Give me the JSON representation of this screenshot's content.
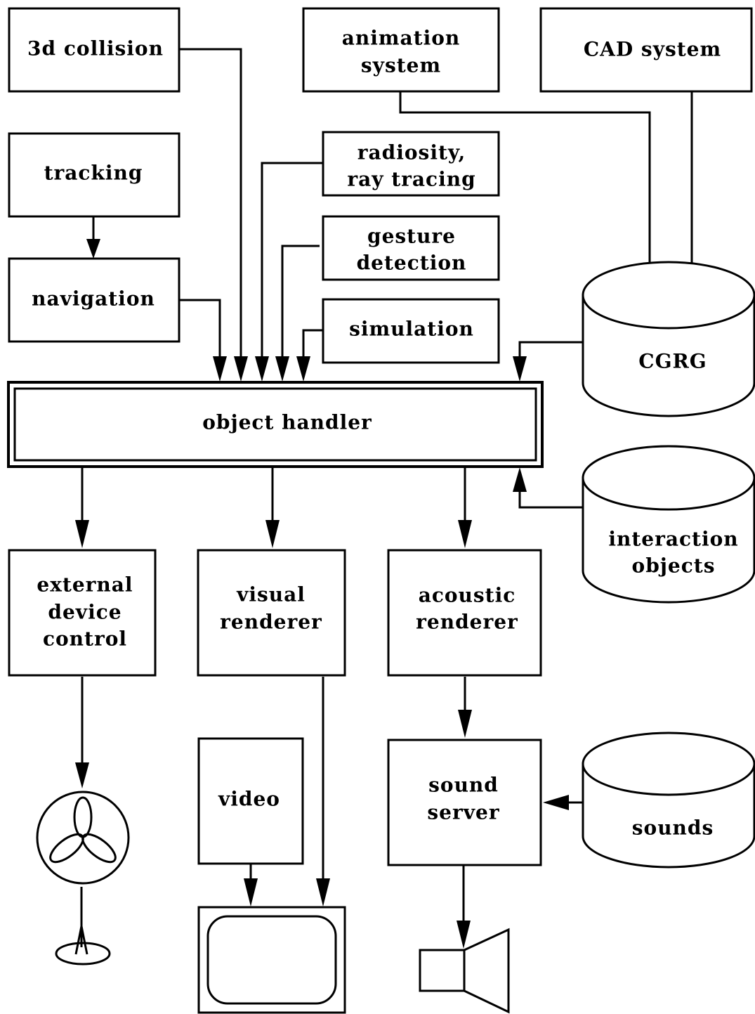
{
  "nodes": {
    "collision_3d": "3d collision",
    "animation_system": [
      "animation",
      "system"
    ],
    "cad_system": "CAD system",
    "tracking": "tracking",
    "radiosity_ray_tracing": [
      "radiosity,",
      "ray tracing"
    ],
    "gesture_detection": [
      "gesture",
      "detection"
    ],
    "navigation": "navigation",
    "simulation": "simulation",
    "cgrg": "CGRG",
    "object_handler": "object handler",
    "interaction_objects": [
      "interaction",
      "objects"
    ],
    "external_device_control": [
      "external",
      "device",
      "control"
    ],
    "visual_renderer": [
      "visual",
      "renderer"
    ],
    "acoustic_renderer": [
      "acoustic",
      "renderer"
    ],
    "video": "video",
    "sound_server": [
      "sound",
      "server"
    ],
    "sounds": "sounds"
  },
  "devices": [
    "fan-icon",
    "monitor-icon",
    "speaker-icon"
  ],
  "colors": {
    "line": "#000000",
    "background": "#ffffff"
  }
}
